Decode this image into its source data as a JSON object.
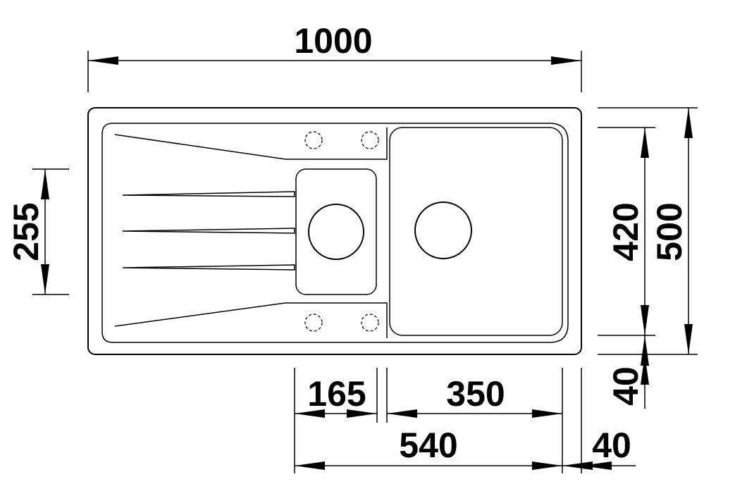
{
  "dimensions": {
    "overall_width": "1000",
    "bowl_depth": "255",
    "small_bowl_width": "165",
    "main_bowl_width": "350",
    "bowls_span": "540",
    "right_margin": "40",
    "inner_depth": "420",
    "overall_depth": "500",
    "bottom_margin": "40"
  }
}
